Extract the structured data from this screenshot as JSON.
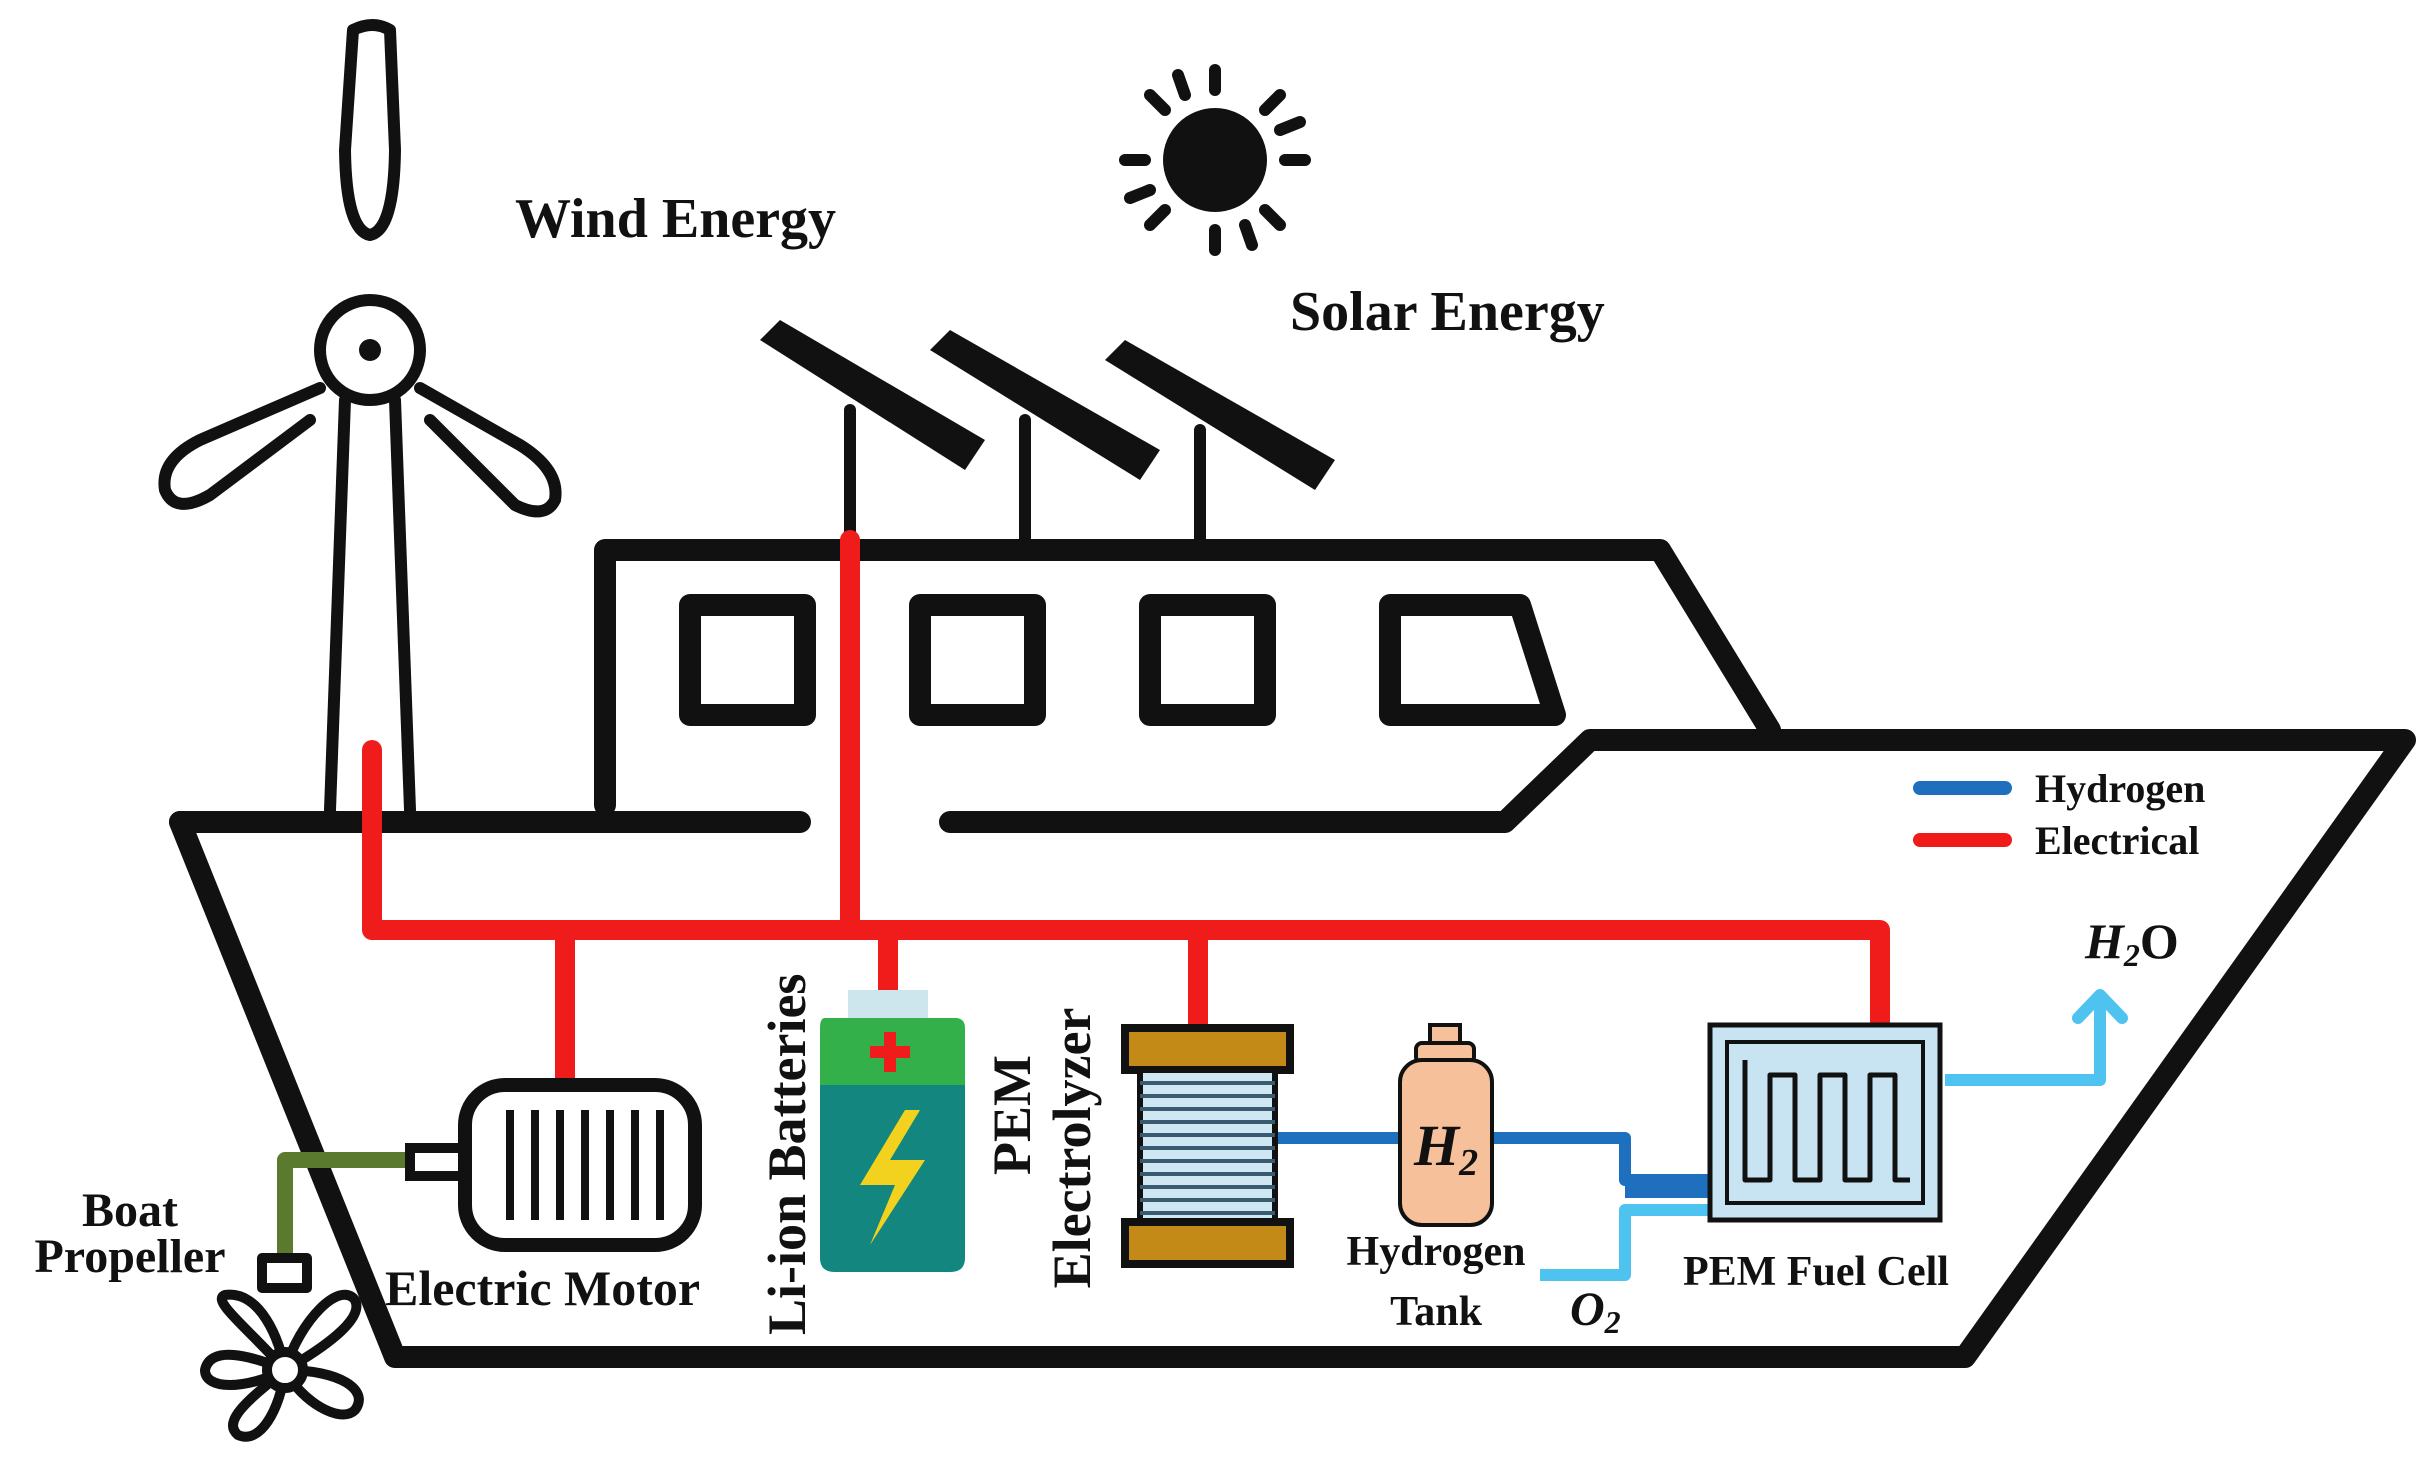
{
  "labels": {
    "wind": "Wind Energy",
    "solar": "Solar Energy",
    "boat_line1": "Boat",
    "boat_line2": "Propeller",
    "motor": "Electric Motor",
    "batteries": "Li-ion Batteries",
    "electrolyzer_line1": "PEM",
    "electrolyzer_line2": "Electrolyzer",
    "tank_line1": "Hydrogen",
    "tank_line2": "Tank",
    "fuel_cell": "PEM Fuel Cell",
    "tank_symbol": "H",
    "tank_symbol_sub": "2",
    "oxygen": "O",
    "oxygen_sub": "2",
    "water_h": "H",
    "water_sub": "2",
    "water_o": "O"
  },
  "legend": [
    {
      "label": "Hydrogen",
      "color": "#1f6fbf"
    },
    {
      "label": "Electrical",
      "color": "#f01c1c"
    }
  ],
  "colors": {
    "outline": "#111111",
    "electrical": "#f01c1c",
    "hydrogen": "#1f6fbf",
    "water_oxygen": "#4fc3f0",
    "shaft": "#5a7a2e",
    "electrolyzer_plate": "#c48a18",
    "tank": "#f5c09a",
    "fuel_cell": "#c8e4f2",
    "battery_body": "#13877f",
    "battery_top": "#33b04a",
    "battery_bolt": "#f2d21e"
  }
}
